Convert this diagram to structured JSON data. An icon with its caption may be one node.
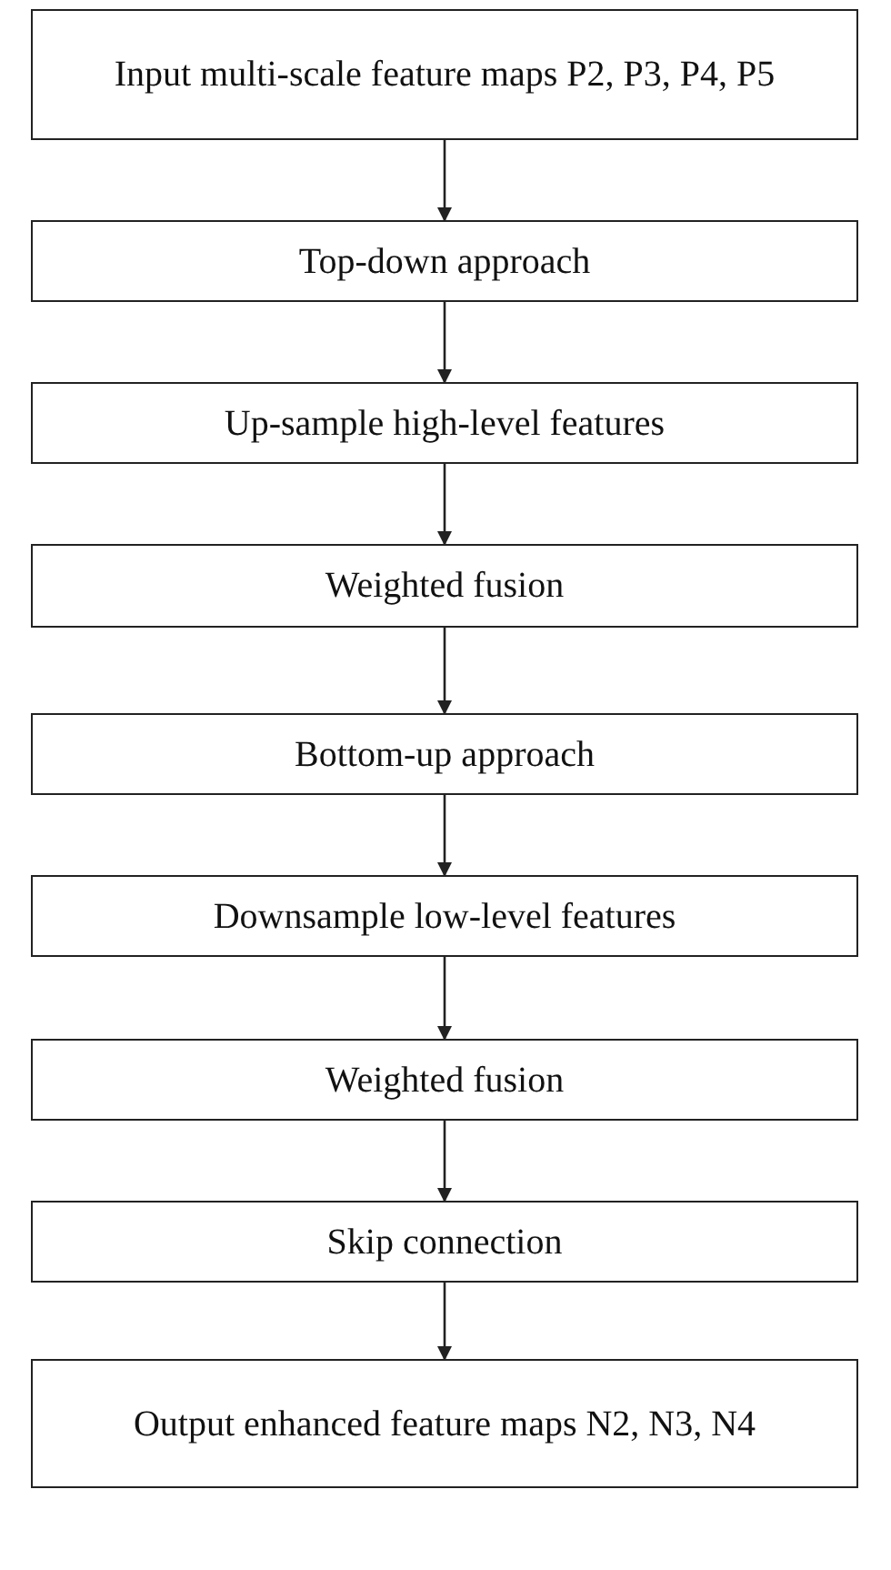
{
  "diagram": {
    "nodes": [
      {
        "text": [
          "Input multi-scale feature maps P2, P3, P4, P5"
        ]
      },
      {
        "text": [
          "Top-down approach"
        ]
      },
      {
        "text": [
          "Up-sample high-level features"
        ]
      },
      {
        "text": [
          "Weighted fusion"
        ]
      },
      {
        "text": [
          "Bottom-up approach"
        ]
      },
      {
        "text": [
          "Downsample low-level features"
        ]
      },
      {
        "text": [
          "Weighted fusion"
        ]
      },
      {
        "text": [
          "Skip connection"
        ]
      },
      {
        "text": [
          "Output enhanced feature maps N2, N3, N4"
        ]
      }
    ],
    "edges": [
      {
        "from": 0,
        "to": 1,
        "arrow": "to"
      },
      {
        "from": 1,
        "to": 2,
        "arrow": "to"
      },
      {
        "from": 2,
        "to": 3,
        "arrow": "to"
      },
      {
        "from": 3,
        "to": 4,
        "arrow": "to"
      },
      {
        "from": 4,
        "to": 5,
        "arrow": "to"
      },
      {
        "from": 5,
        "to": 6,
        "arrow": "to"
      },
      {
        "from": 6,
        "to": 7,
        "arrow": "to"
      },
      {
        "from": 7,
        "to": 8,
        "arrow": "to"
      }
    ]
  }
}
